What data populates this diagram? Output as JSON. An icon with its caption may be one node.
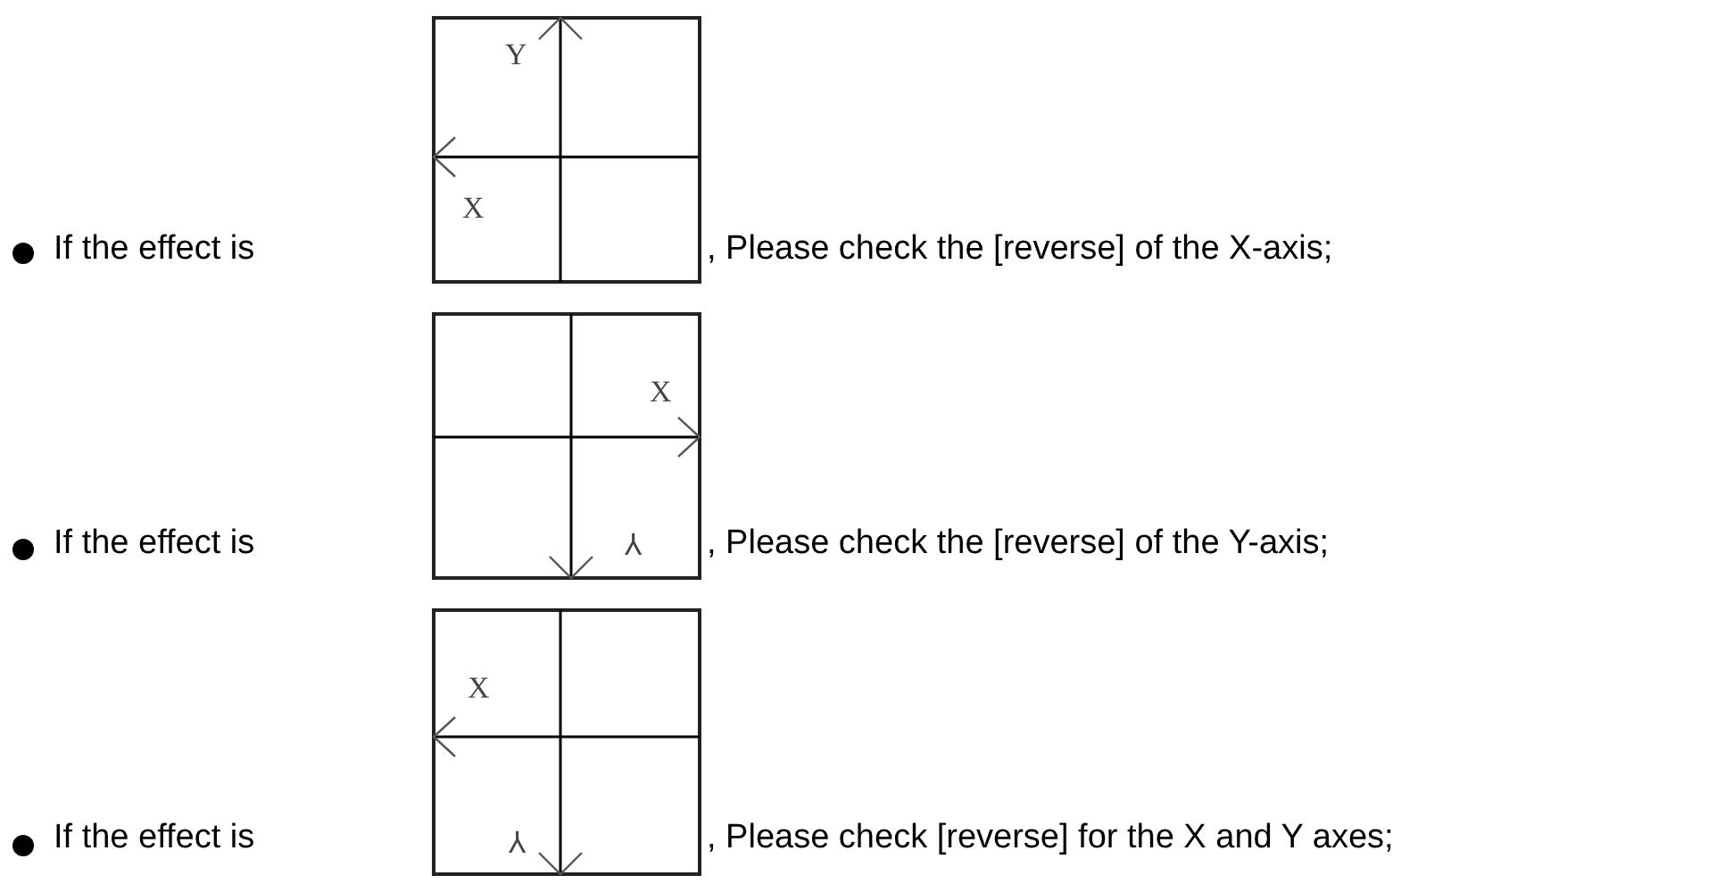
{
  "diagram": {
    "labels": [
      "If the effect is",
      "Y",
      "X",
      ", Please check the [reverse] of the X-axis;",
      "If the effect is",
      "X",
      "⅄",
      ", Please check the [reverse] of the Y-axis;",
      "If the effect is",
      "X",
      "⅄",
      ", Please check [reverse] for the X and Y axes;"
    ]
  }
}
